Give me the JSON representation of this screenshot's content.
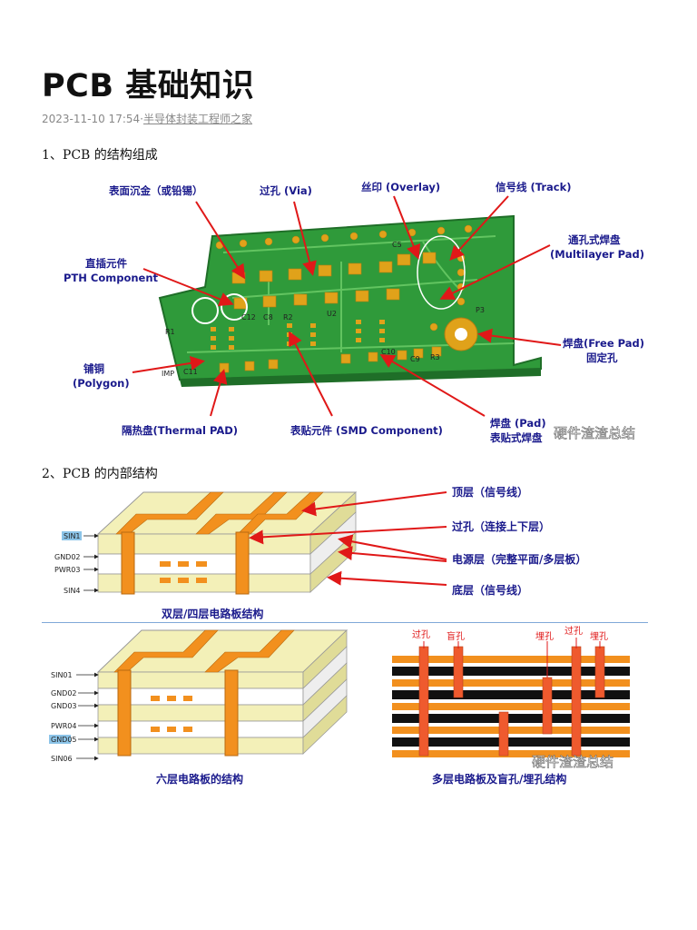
{
  "article": {
    "title": "PCB 基础知识",
    "date": "2023-11-10 17:54",
    "separator": "·",
    "source": "半导体封装工程师之家"
  },
  "sections": {
    "s1_heading": "1、PCB 的结构组成",
    "s2_heading": "2、PCB 的内部结构"
  },
  "fig1": {
    "labels": {
      "surface": "表面沉金（或铅锡）",
      "via": "过孔 (Via)",
      "overlay": "丝印 (Overlay)",
      "track": "信号线 (Track)",
      "multilayer_pad_1": "通孔式焊盘",
      "multilayer_pad_2": "(Multilayer Pad)",
      "pth_1": "直插元件",
      "pth_2": "PTH Component",
      "free_pad_1": "焊盘(Free Pad)",
      "free_pad_2": "固定孔",
      "polygon_1": "铺铜",
      "polygon_2": "(Polygon)",
      "thermal": "隔热盘(Thermal PAD)",
      "smd": "表贴元件 (SMD Component)",
      "pad_1": "焊盘 (Pad)",
      "pad_2": "表贴式焊盘"
    },
    "silk": [
      "R1",
      "C12",
      "C8",
      "R2",
      "U2",
      "C10",
      "C9",
      "R3",
      "C11",
      "C5",
      "P3",
      "IMP"
    ],
    "watermark": "硬件渣渣总结"
  },
  "fig2": {
    "layers": [
      "SIN1",
      "GND02",
      "PWR03",
      "SIN4"
    ],
    "labels": {
      "top": "顶层（信号线）",
      "via": "过孔（连接上下层）",
      "power": "电源层（完整平面/多层板）",
      "bottom": "底层（信号线）"
    },
    "caption": "双层/四层电路板结构"
  },
  "fig3": {
    "layers": [
      "SIN01",
      "GND02",
      "GND03",
      "PWR04",
      "GND05",
      "SIN06"
    ],
    "caption": "六层电路板的结构"
  },
  "fig4": {
    "labels": {
      "via1": "过孔",
      "blind": "盲孔",
      "buried1": "埋孔",
      "via2": "过孔",
      "buried2": "埋孔"
    },
    "caption": "多层电路板及盲孔/埋孔结构",
    "watermark": "硬件渣渣总结"
  },
  "colors": {
    "pcb_green": "#2f9a3a",
    "gold": "#e0a21a",
    "arrow_red": "#e01818",
    "label_blue": "#1a1a8c",
    "layer_cream": "#f3f0b8",
    "copper_orange": "#f2901e"
  }
}
